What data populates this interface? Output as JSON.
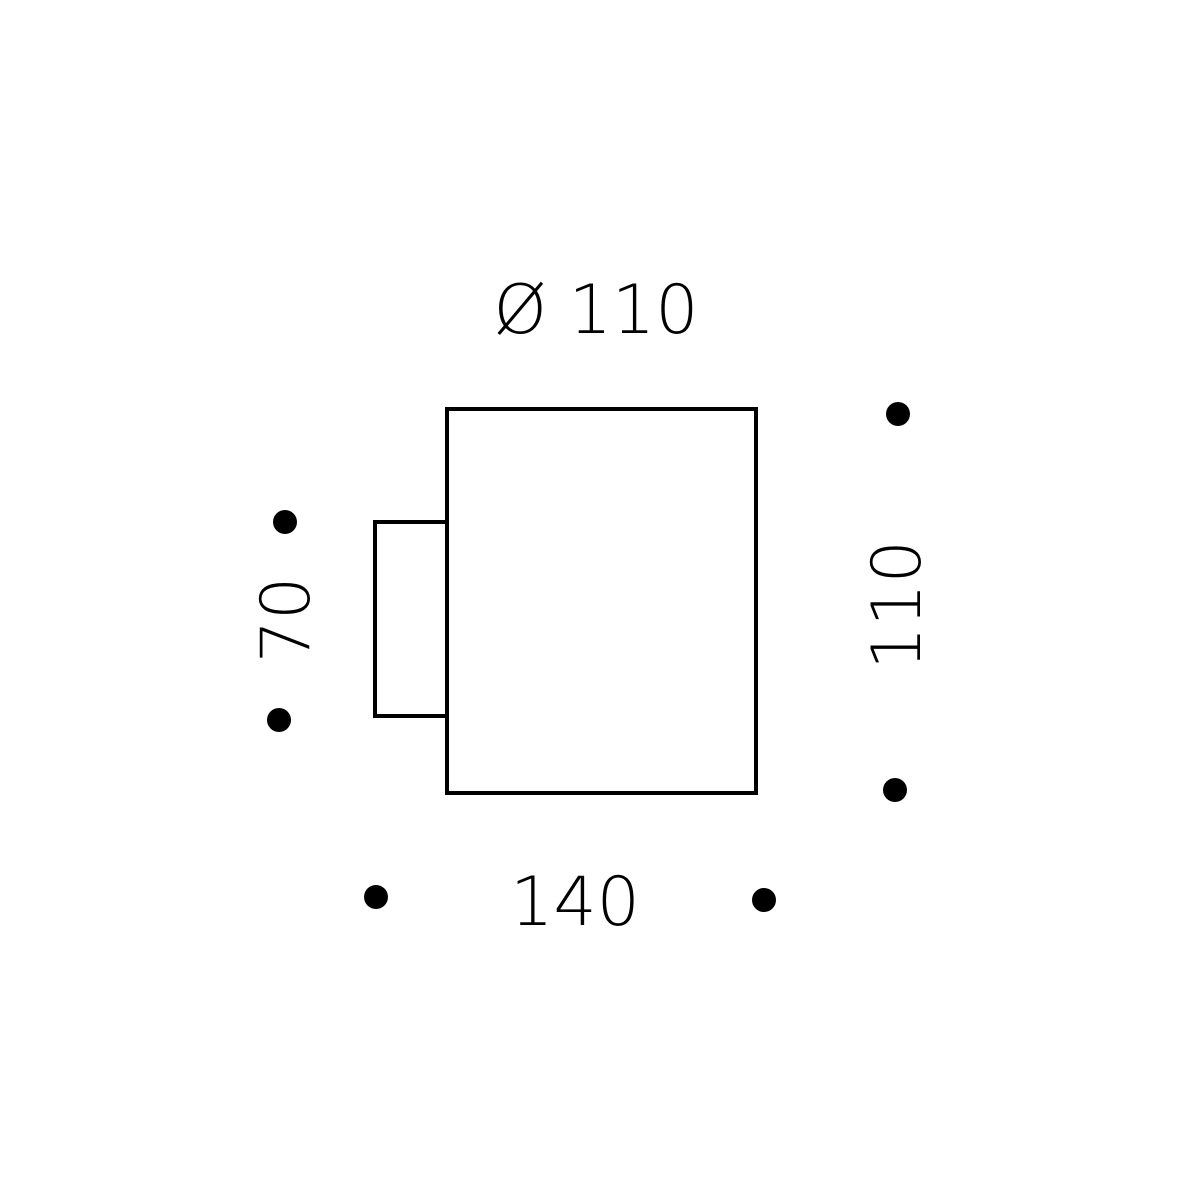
{
  "dimensions": {
    "diameter": "Ø 110",
    "side_depth": "70",
    "height": "110",
    "width": "140"
  },
  "colors": {
    "line": "#000000",
    "background": "#ffffff"
  }
}
